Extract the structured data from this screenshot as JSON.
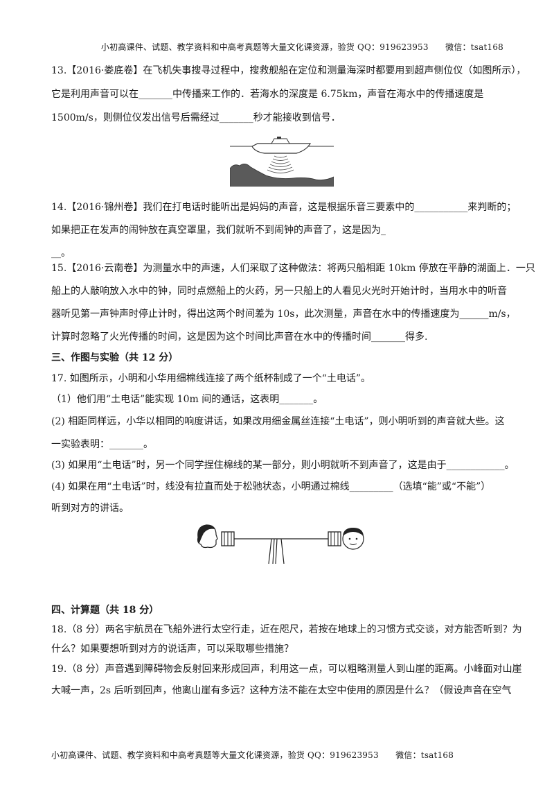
{
  "header": {
    "text": "小初高课件、试题、教学资料和中高考真题等大量文化课资源，验货 QQ：919623953　　微信：tsat168"
  },
  "footer": {
    "text": "小初高课件、试题、教学资料和中高考真题等大量文化课资源，验货 QQ：919623953　　微信：tsat168"
  },
  "q13": {
    "l1": "13.【2016·娄底卷】在飞机失事搜寻过程中，搜救舰船在定位和测量海深时都要用到超声侧位仪（如图所示），",
    "l2": "它是利用声音可以在_______中传播来工作的．若海水的深度是 6.75km，声音在海水中的传播速度是",
    "l3": "1500m/s，则侧位仪发出信号后需经过_______秒才能接收到信号．"
  },
  "q14": {
    "l1": "14.【2016·锦州卷】我们在打电话时能听出是妈妈的声音，这是根据乐音三要素中的___________来判断的；",
    "l2": "如果把正在发声的闹钟放在真空罩里，我们就听不到闹钟的声音了，这是因为_",
    "l3": "__。"
  },
  "q15": {
    "l1": "15.【2016·云南卷】为测量水中的声速，人们采取了这种做法：将两只船相距 10km 停放在平静的湖面上．一只",
    "l2": "船上的人敲响放入水中的钟，同时点燃船上的火药，另一只船上的人看见火光时开始计时，当用水中的听音",
    "l3": "器听见第一声钟声时停止计时，得出这两个时间差为 10s，此次测量，声音在水中的传播速度为______m/s，",
    "l4": "计算时忽略了火光传播的时间，这是因为这个时间比声音在水中的传播时间_______得多."
  },
  "section3": {
    "title": "三、作图与实验（共 12 分）"
  },
  "q17": {
    "l1": "17. 如图所示，小明和小华用细棉线连接了两个纸杯制成了一个“土电话”。",
    "l2": "（1）他们用“土电话”能实现 10m 间的通话，这表明_______。",
    "l3": "(2) 相距同样远，小华以相同的响度讲话，如果改用细金属丝连接“土电话”，则小明听到的声音就大些。这",
    "l4": "一实验表明：_______。",
    "l5": "(3) 如果用“土电话”时，另一个同学捏住棉线的某一部分，则小明就听不到声音了，这是由于____________。",
    "l6": "(4) 如果在用“土电话”时，线没有拉直而处于松驰状态，小明通过棉线_________（选填“能”或“不能”）",
    "l7": "听到对方的讲话。"
  },
  "section4": {
    "title": "四、计算题（共 18 分）"
  },
  "q18": {
    "l1": "18.（8 分）两名宇航员在飞船外进行太空行走，近在咫尺，若按在地球上的习惯方式交谈，对方能否听到？为",
    "l2": "什么？如果要想听到对方的说话声，可以采取哪些措施？"
  },
  "q19": {
    "l1": "19.（8 分）声音遇到障碍物会反射回来形成回声，利用这一点，可以粗略测量人到山崖的距离。小峰面对山崖",
    "l2": "大喊一声，2s 后听到回声，他离山崖有多远？这种方法不能在太空中使用的原因是什么？（假设声音在空气"
  }
}
